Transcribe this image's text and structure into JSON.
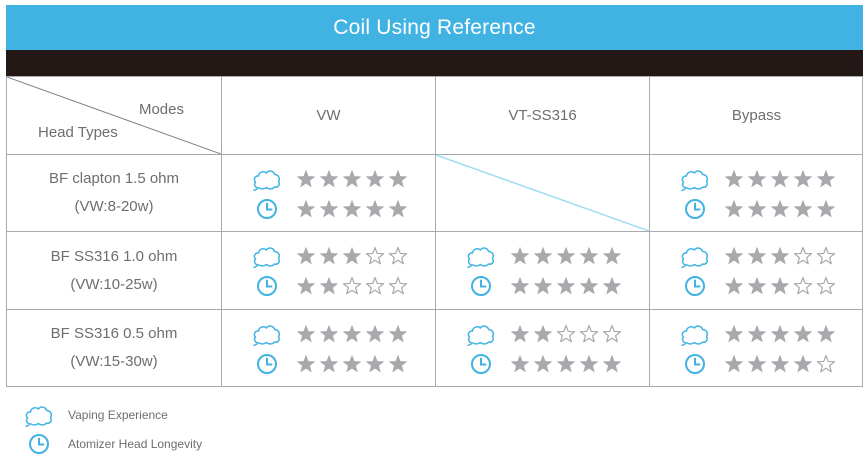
{
  "title": "Coil Using Reference",
  "corner": {
    "modes_label": "Modes",
    "head_types_label": "Head Types"
  },
  "modes": [
    "VW",
    "VT-SS316",
    "Bypass"
  ],
  "rows": [
    {
      "name": "BF clapton 1.5 ohm",
      "range": "(VW:8-20w)",
      "ratings": [
        {
          "vaping": 5,
          "longevity": 5
        },
        null,
        {
          "vaping": 5,
          "longevity": 5
        }
      ]
    },
    {
      "name": "BF SS316 1.0 ohm",
      "range": "(VW:10-25w)",
      "ratings": [
        {
          "vaping": 3,
          "longevity": 2
        },
        {
          "vaping": 5,
          "longevity": 5
        },
        {
          "vaping": 3,
          "longevity": 3
        }
      ]
    },
    {
      "name": "BF SS316 0.5 ohm",
      "range": "(VW:15-30w)",
      "ratings": [
        {
          "vaping": 5,
          "longevity": 5
        },
        {
          "vaping": 2,
          "longevity": 5
        },
        {
          "vaping": 5,
          "longevity": 4
        }
      ]
    }
  ],
  "legend": {
    "vaping": {
      "label": "Vaping Experience",
      "icon": "cloud-icon"
    },
    "longevity": {
      "label": "Atomizer Head Longevity",
      "icon": "clock-icon"
    }
  },
  "colors": {
    "accent": "#41b3e3",
    "dark_bar": "#231815",
    "star_filled": "#a7a9ac",
    "grid_line": "#a7a9ac",
    "na_line": "#9ddcf3"
  },
  "max_stars": 5
}
